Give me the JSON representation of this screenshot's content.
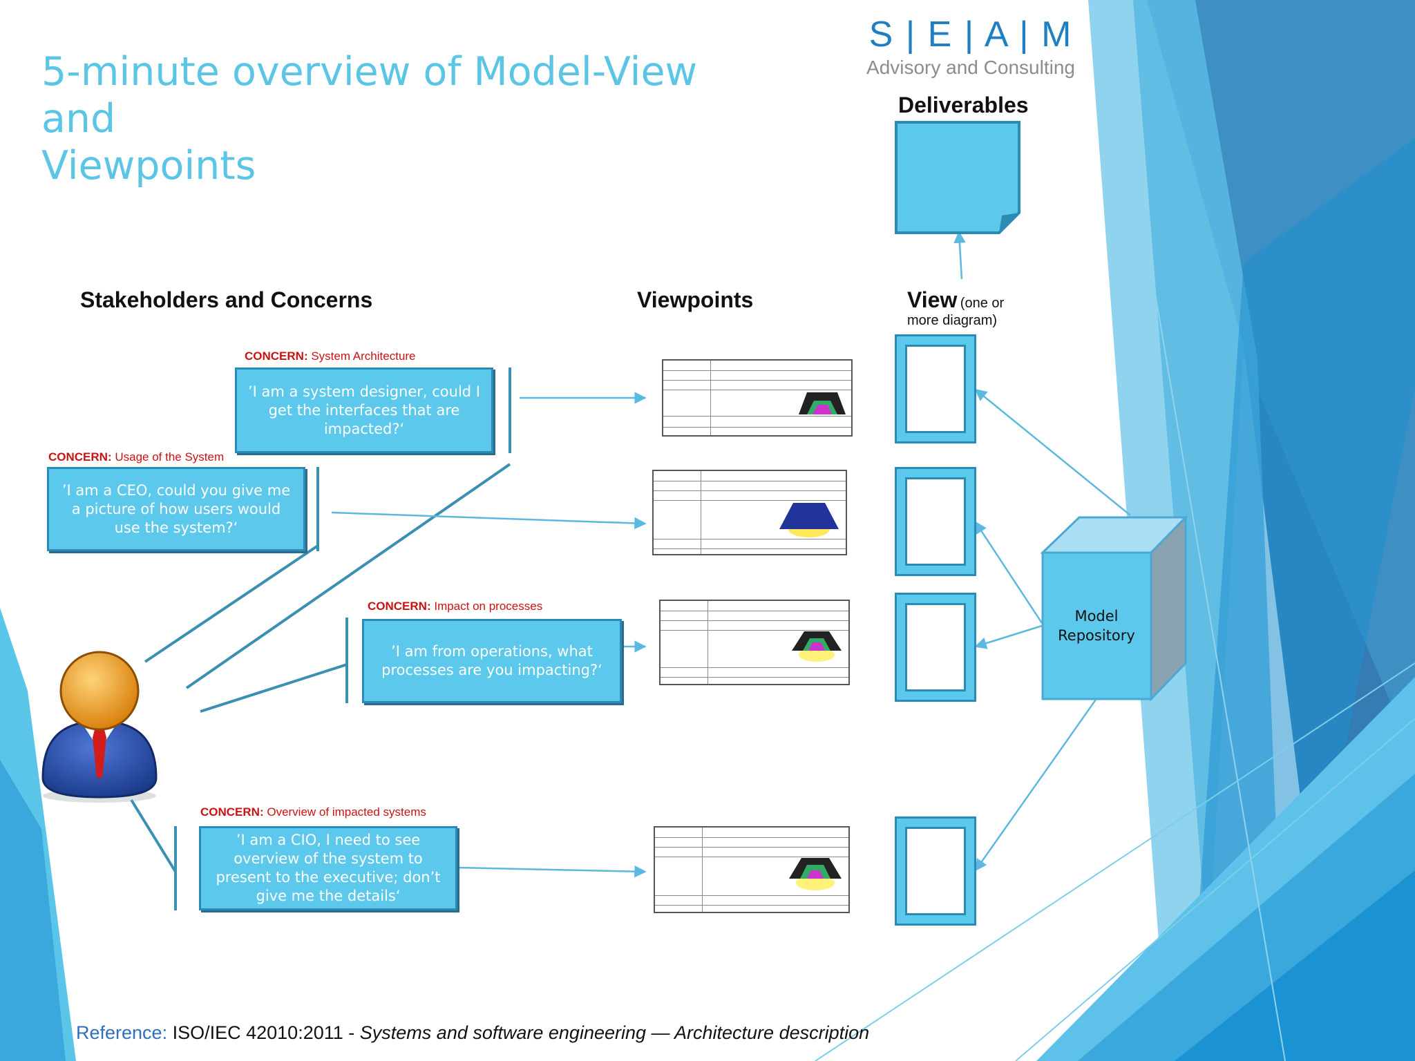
{
  "title_line1": "5-minute overview of Model-View and",
  "title_line2": "Viewpoints",
  "logo": {
    "main": "S | E | A | M",
    "sub": "Advisory and Consulting"
  },
  "headings": {
    "deliverables": "Deliverables",
    "stakeholders": "Stakeholders and Concerns",
    "viewpoints": "Viewpoints",
    "view": "View",
    "view_note": "(one or more diagram)"
  },
  "concern_prefix": "CONCERN:",
  "concerns": [
    {
      "topic": "System Architecture",
      "quote": "’I am a system designer, could I get the interfaces that are impacted?‘"
    },
    {
      "topic": "Usage of the System",
      "quote": "’I am a CEO, could you give me a picture of how users would use the system?‘"
    },
    {
      "topic": "Impact on processes",
      "quote": "’I am from operations, what processes are you impacting?‘"
    },
    {
      "topic": "Overview of impacted systems",
      "quote": "’I am a CIO, I need to see overview of the system to present to the executive; don’t give me the details‘"
    }
  ],
  "repository": {
    "label": "Model Repository"
  },
  "reference": {
    "label": "Reference:",
    "standard": "ISO/IEC 42010:2011 -",
    "title": "Systems and software engineering — Architecture description"
  },
  "icons": [
    "stakeholder-person-icon",
    "model-repository-cube-icon",
    "deliverable-document-icon"
  ],
  "colors": {
    "accent": "#5bc8ec",
    "border": "#2b8bb5",
    "title": "#5bc5e6",
    "concern_red": "#cc1111",
    "logo_blue": "#1f7fc1"
  }
}
